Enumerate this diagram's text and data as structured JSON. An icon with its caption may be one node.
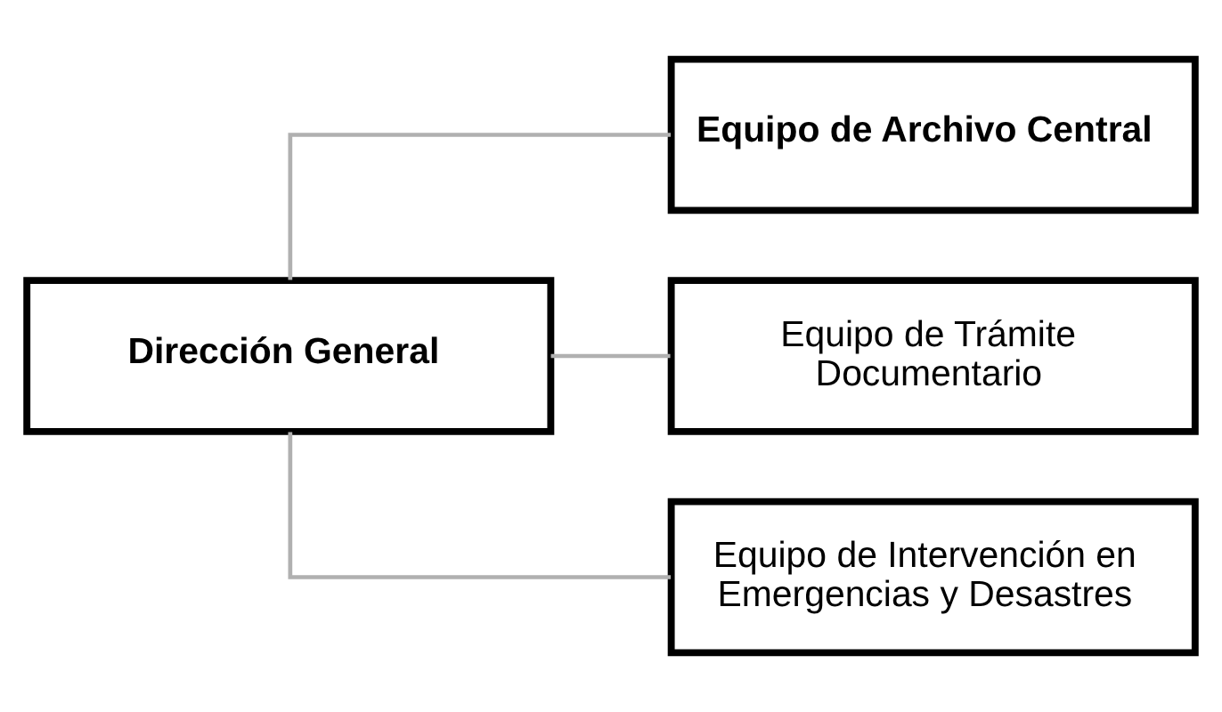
{
  "diagram": {
    "nodes": [
      {
        "text": [
          "Dirección General"
        ]
      },
      {
        "text": [
          "Equipo de Archivo Central"
        ]
      },
      {
        "text": [
          "Equipo de Trámite Documentario"
        ]
      },
      {
        "text": [
          "Equipo de Intervención en Emergencias y Desastres"
        ]
      }
    ],
    "edges": [
      {
        "from": 0,
        "to": 1,
        "arrow": "none"
      },
      {
        "from": 0,
        "to": 2,
        "arrow": "none"
      },
      {
        "from": 0,
        "to": 3,
        "arrow": "none"
      }
    ]
  }
}
